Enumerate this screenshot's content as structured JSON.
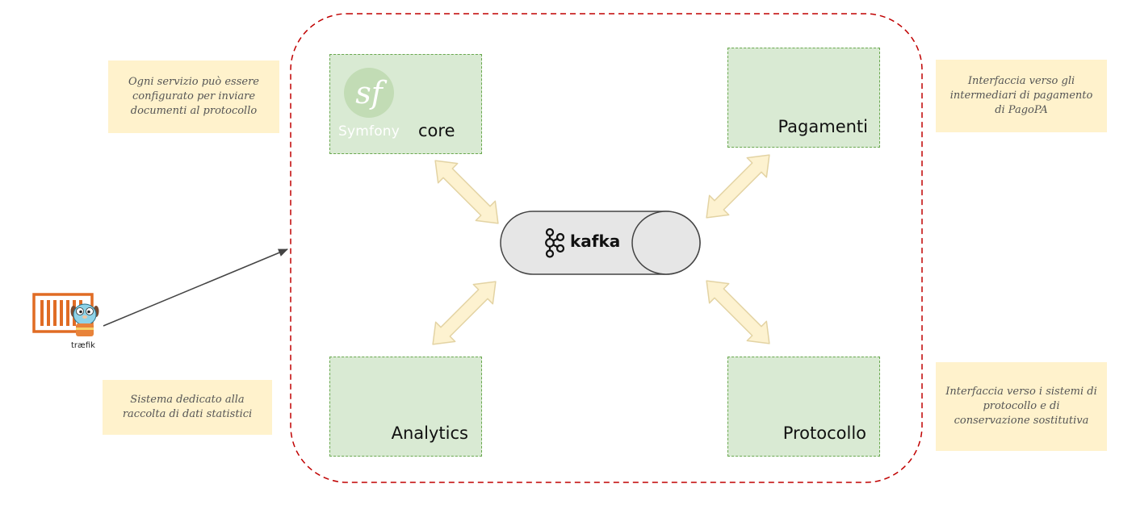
{
  "services": {
    "core": "core",
    "pagamenti": "Pagamenti",
    "analytics": "Analytics",
    "protocollo": "Protocollo"
  },
  "logos": {
    "symfony_text": "Symfony",
    "kafka_text": "kafka",
    "traefik_text": "træfik",
    "icons": [
      "symfony-logo-icon",
      "kafka-logo-icon",
      "traefik-gopher-icon"
    ]
  },
  "notes": {
    "core_note": "Ogni servizio può essere configurato per inviare documenti al protocollo",
    "pagamenti_note": "Interfaccia verso gli intermediari di pagamento di PagoPA",
    "analytics_note": "Sistema dedicato alla raccolta di dati statistici",
    "protocollo_note": "Interfaccia verso i sistemi di protocollo e di conservazione sostitutiva"
  },
  "colors": {
    "boundary": "#c00000",
    "service_fill": "#d9ead3",
    "service_border": "#6aa84f",
    "note_fill": "#fff2cc",
    "arrow_fill": "#fdf2d0",
    "arrow_stroke": "#e3d3a3",
    "cylinder_fill": "#e6e6e6",
    "symfony_green": "#c2dcb5",
    "traefik_orange": "#e06c24"
  }
}
